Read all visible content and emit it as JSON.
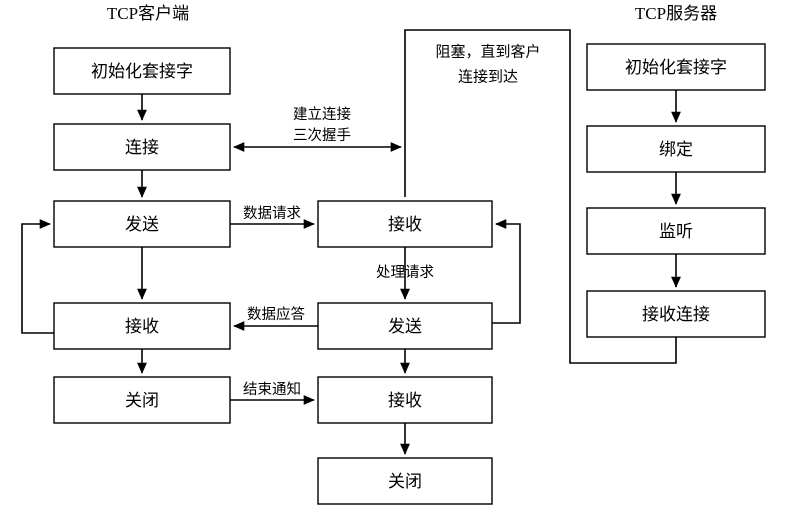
{
  "diagram": {
    "title_client": "TCP客户端",
    "title_server": "TCP服务器",
    "colors": {
      "background": "#ffffff",
      "stroke": "#000000",
      "box_fill": "#ffffff",
      "text": "#000000"
    },
    "client_boxes": [
      {
        "id": "client-init",
        "label": "初始化套接字"
      },
      {
        "id": "client-connect",
        "label": "连接"
      },
      {
        "id": "client-send",
        "label": "发送"
      },
      {
        "id": "client-recv",
        "label": "接收"
      },
      {
        "id": "client-close",
        "label": "关闭"
      }
    ],
    "middle_boxes": [
      {
        "id": "mid-recv-1",
        "label": "接收"
      },
      {
        "id": "mid-send",
        "label": "发送"
      },
      {
        "id": "mid-recv-2",
        "label": "接收"
      },
      {
        "id": "mid-close",
        "label": "关闭"
      }
    ],
    "server_boxes": [
      {
        "id": "server-init",
        "label": "初始化套接字"
      },
      {
        "id": "server-bind",
        "label": "绑定"
      },
      {
        "id": "server-listen",
        "label": "监听"
      },
      {
        "id": "server-accept",
        "label": "接收连接"
      }
    ],
    "edge_labels": [
      {
        "id": "handshake-line-1",
        "label": "建立连接"
      },
      {
        "id": "handshake-line-2",
        "label": "三次握手"
      },
      {
        "id": "data-request",
        "label": "数据请求"
      },
      {
        "id": "process-request",
        "label": "处理请求"
      },
      {
        "id": "data-response",
        "label": "数据应答"
      },
      {
        "id": "end-notice",
        "label": "结束通知"
      }
    ],
    "block_note": [
      "阻塞，直到客户",
      "连接到达"
    ]
  }
}
